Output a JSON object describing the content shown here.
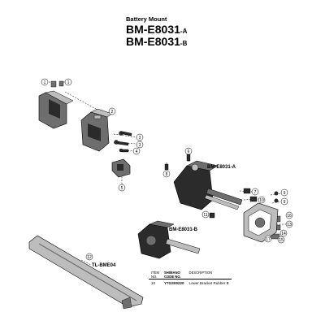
{
  "header": {
    "subtitle": "Battery Mount",
    "model_a": "BM-E8031",
    "model_a_suffix": "-A",
    "model_b": "BM-E8031",
    "model_b_suffix": "-B"
  },
  "labels": {
    "bm_a": "BM-E8031-A",
    "bm_b": "BM-E8031-B",
    "tool": "TL-BME04"
  },
  "callouts": {
    "c1a": "1",
    "c1b": "1",
    "c2": "2",
    "c3a": "3",
    "c3b": "3",
    "c4": "4",
    "c5": "5",
    "c6": "6",
    "c7": "7",
    "c8": "8",
    "c9a": "9",
    "c9b": "9",
    "c10": "10",
    "c11": "11",
    "c12": "12",
    "c13": "13",
    "c14": "14",
    "c15": "15",
    "c16": "16",
    "c17": "17"
  },
  "parts_table": {
    "headers": {
      "item_line1": "ITEM",
      "item_line2": "NO.",
      "code_line1": "SHIMANO",
      "code_line2": "CODE NO.",
      "desc": "DESCRIPTION"
    },
    "rows": [
      {
        "item": "10",
        "code": "Y7GS00220",
        "desc": "Lower Bracket Rubber B"
      }
    ]
  },
  "colors": {
    "part_dark": "#2b2b2b",
    "part_mid": "#6e6e6e",
    "part_light": "#bdbdbd",
    "outline": "#000000"
  }
}
